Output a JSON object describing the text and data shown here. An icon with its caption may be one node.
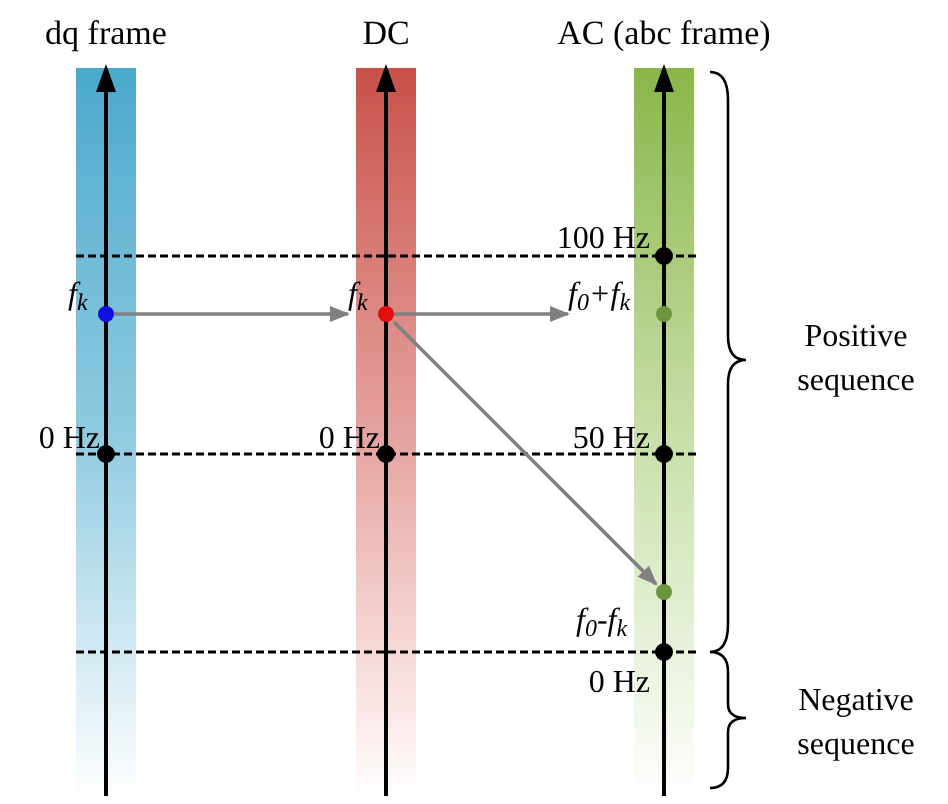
{
  "diagram": {
    "nodes": [
      {
        "text": [
          "f$_{k}$"
        ]
      },
      {
        "text": [
          "f$_{k}$"
        ]
      },
      {
        "text": [
          "f$_{0}$+f$_{k}$"
        ]
      },
      {
        "text": [
          "f$_{0}$-f$_{k}$"
        ]
      }
    ],
    "edges": [
      {
        "from": 0,
        "to": 1,
        "arrow": "to"
      },
      {
        "from": 1,
        "to": 2,
        "arrow": "to"
      },
      {
        "from": 1,
        "to": 3,
        "arrow": "to"
      }
    ],
    "labels": [
      "dq frame",
      "DC",
      "AC (abc frame)",
      "100 Hz",
      "0 Hz",
      "0 Hz",
      "50 Hz",
      "Positive sequence",
      "0 Hz",
      "Negative sequence"
    ]
  }
}
